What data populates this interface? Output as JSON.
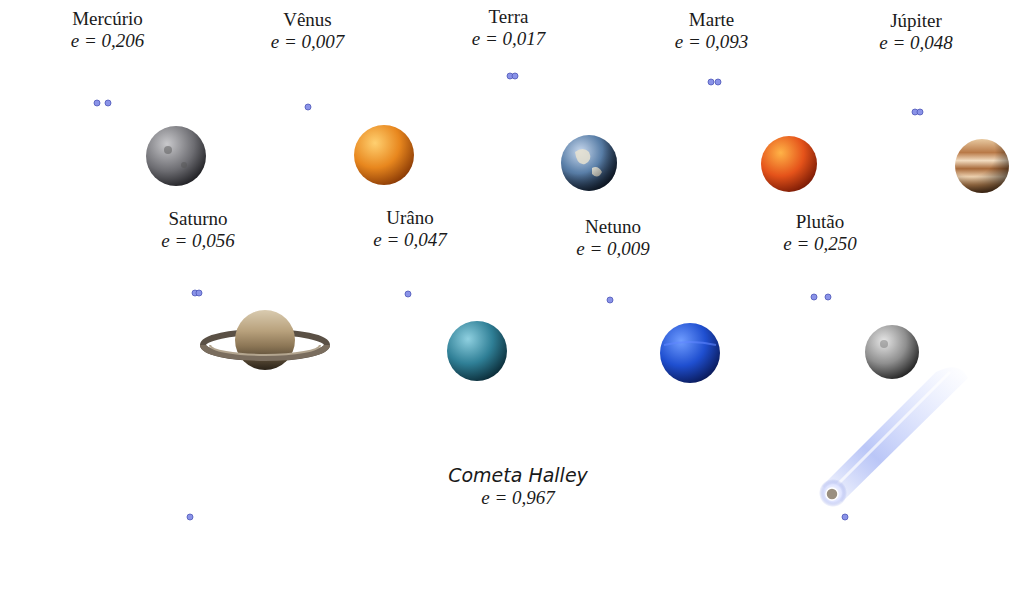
{
  "diagram": {
    "nodes": [
      {
        "text": [
          "Mercúrio",
          "e = 0,206"
        ]
      },
      {
        "text": [
          "Vênus",
          "e = 0,007"
        ]
      },
      {
        "text": [
          "Terra",
          "e = 0,017"
        ]
      },
      {
        "text": [
          "Marte",
          "e = 0,093"
        ]
      },
      {
        "text": [
          "Júpiter",
          "e = 0,048"
        ]
      },
      {
        "text": [
          "Saturno",
          "e = 0,056"
        ]
      },
      {
        "text": [
          "Urâno",
          "e = 0,047"
        ]
      },
      {
        "text": [
          "Netuno",
          "e = 0,009"
        ]
      },
      {
        "text": [
          "Plutão",
          "e = 0,250"
        ]
      },
      {
        "text": [
          "Cometa Halley",
          "e = 0,967"
        ]
      }
    ]
  }
}
